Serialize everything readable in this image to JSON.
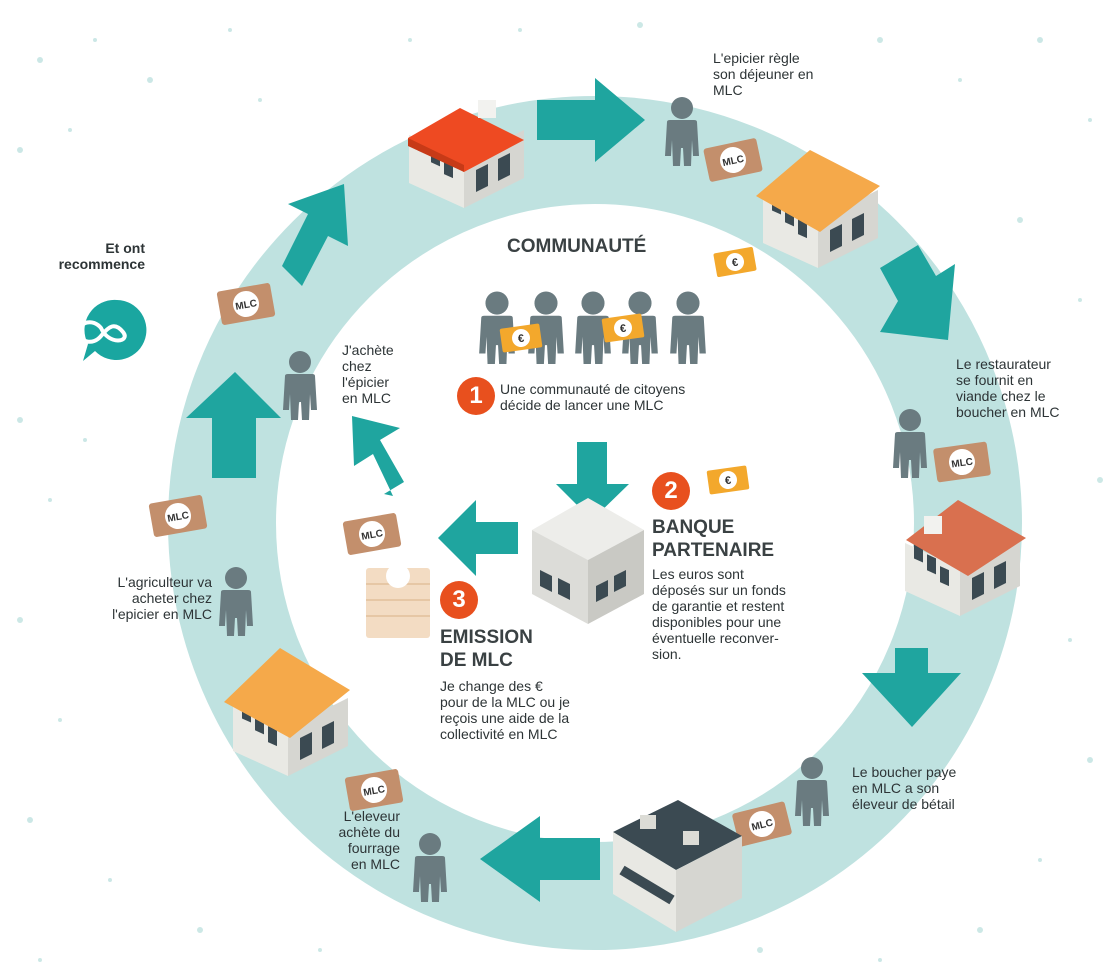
{
  "colors": {
    "ring": "#bfe2e0",
    "arrow": "#1fa59f",
    "person": "#6a7b80",
    "mlc_note": "#c38f6c",
    "euro_note": "#f3a82c",
    "badge": "#e8501e",
    "infinity_bubble": "#1aa6a0",
    "roof_red": "#ee4a22",
    "roof_orange": "#f5a94a"
  },
  "labels": {
    "communaute": "COMMUNAUTÉ",
    "step1_num": "1",
    "step1_text": [
      "Une communauté de citoyens",
      "décide de lancer une MLC"
    ],
    "step2_num": "2",
    "step2_title": [
      "BANQUE",
      "PARTENAIRE"
    ],
    "step2_text": [
      "Les euros sont",
      "déposés sur un fonds",
      "de garantie et restent",
      "disponibles pour une",
      "éventuelle reconver-",
      "sion."
    ],
    "step3_num": "3",
    "step3_title": [
      "EMISSION",
      "DE MLC"
    ],
    "step3_text": [
      "Je change des €",
      "pour de la MLC ou je",
      "reçois une aide de la",
      "collectivité en MLC"
    ],
    "epicier_dejeuner": [
      "L'epicier règle",
      "son déjeuner en",
      "MLC"
    ],
    "restaurateur": [
      "Le restaurateur",
      "se fournit en",
      "viande chez le",
      "boucher en MLC"
    ],
    "boucher": [
      "Le boucher paye",
      "en MLC a son",
      "éleveur de bétail"
    ],
    "eleveur": [
      "L'eleveur",
      "achète du",
      "fourrage",
      "en MLC"
    ],
    "agriculteur": [
      "L'agriculteur va",
      "acheter chez",
      "l'epicier en MLC"
    ],
    "achete": [
      "J'achète",
      "chez",
      "l'épicier",
      "en MLC"
    ],
    "recommence": [
      "Et ont",
      "recommence"
    ]
  },
  "icons": {
    "mlc_note_text": "MLC",
    "euro_note_text": "€",
    "loop_icon": "infinity-icon"
  }
}
